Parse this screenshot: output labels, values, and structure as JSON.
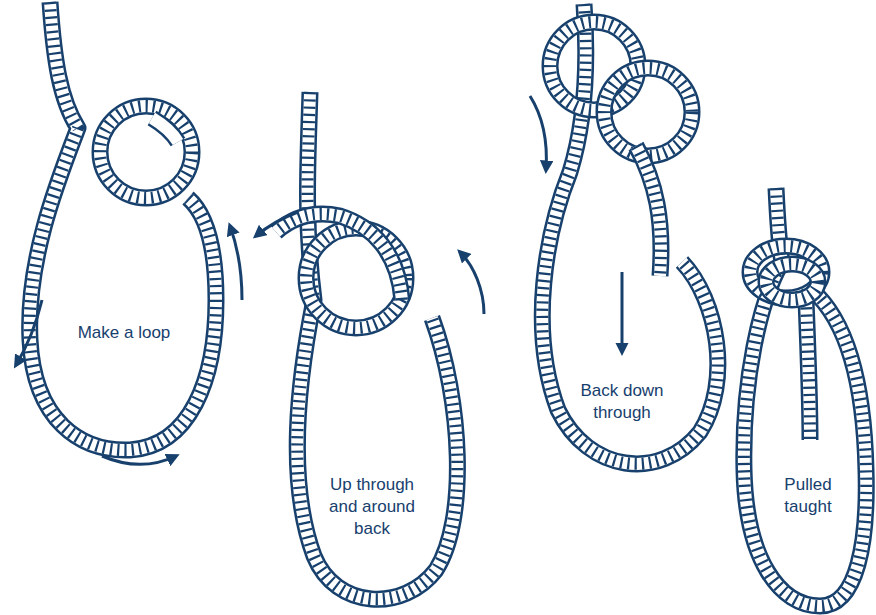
{
  "diagram": {
    "labels": [
      "Make a loop",
      "Up through and around back",
      "Back down through",
      "Pulled taught"
    ]
  }
}
